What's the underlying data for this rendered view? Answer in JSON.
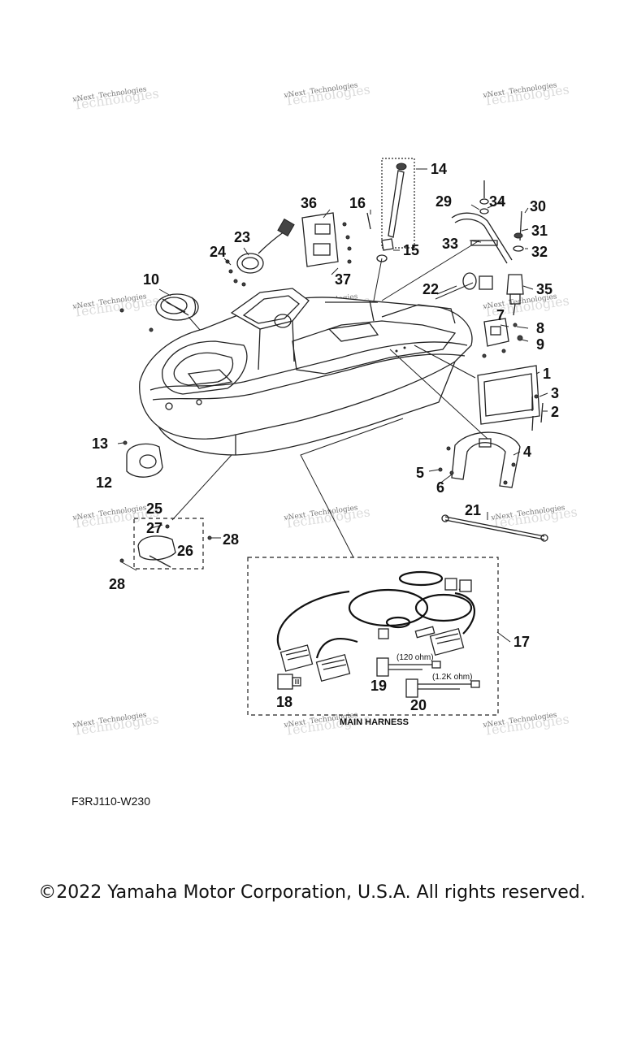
{
  "watermark": {
    "line1": "vNext",
    "line2": "Technologies"
  },
  "callouts": [
    "1",
    "2",
    "3",
    "4",
    "5",
    "6",
    "7",
    "8",
    "9",
    "10",
    "12",
    "13",
    "14",
    "15",
    "16",
    "17",
    "18",
    "19",
    "20",
    "21",
    "22",
    "23",
    "24",
    "25",
    "26",
    "27",
    "28",
    "28",
    "29",
    "30",
    "31",
    "32",
    "33",
    "34",
    "35",
    "36",
    "37"
  ],
  "harness": {
    "title": "MAIN HARNESS",
    "resistor_120": "(120 ohm)",
    "resistor_1_2k": "(1.2K ohm)"
  },
  "diagram_code": "F3RJ110-W230",
  "copyright": "©2022 Yamaha Motor Corporation, U.S.A. All rights reserved."
}
